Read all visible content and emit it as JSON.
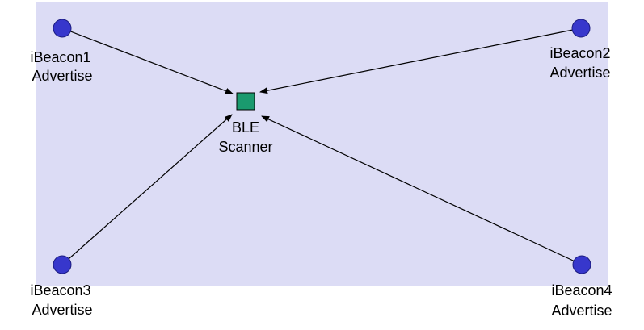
{
  "colors": {
    "panel_fill": "#dcdcf5",
    "beacon_fill": "#3737cc",
    "scanner_fill": "#1a9a6e",
    "edge_stroke": "#000000"
  },
  "nodes": {
    "beacon1": {
      "name": "iBeacon1",
      "role": "Advertise",
      "icon": "beacon-dot-icon"
    },
    "beacon2": {
      "name": "iBeacon2",
      "role": "Advertise",
      "icon": "beacon-dot-icon"
    },
    "beacon3": {
      "name": "iBeacon3",
      "role": "Advertise",
      "icon": "beacon-dot-icon"
    },
    "beacon4": {
      "name": "iBeacon4",
      "role": "Advertise",
      "icon": "beacon-dot-icon"
    },
    "scanner": {
      "name": "BLE",
      "role": "Scanner",
      "icon": "scanner-square-icon"
    }
  },
  "edges": [
    {
      "from": "iBeacon1",
      "to": "BLE Scanner"
    },
    {
      "from": "iBeacon2",
      "to": "BLE Scanner"
    },
    {
      "from": "iBeacon3",
      "to": "BLE Scanner"
    },
    {
      "from": "iBeacon4",
      "to": "BLE Scanner"
    }
  ]
}
